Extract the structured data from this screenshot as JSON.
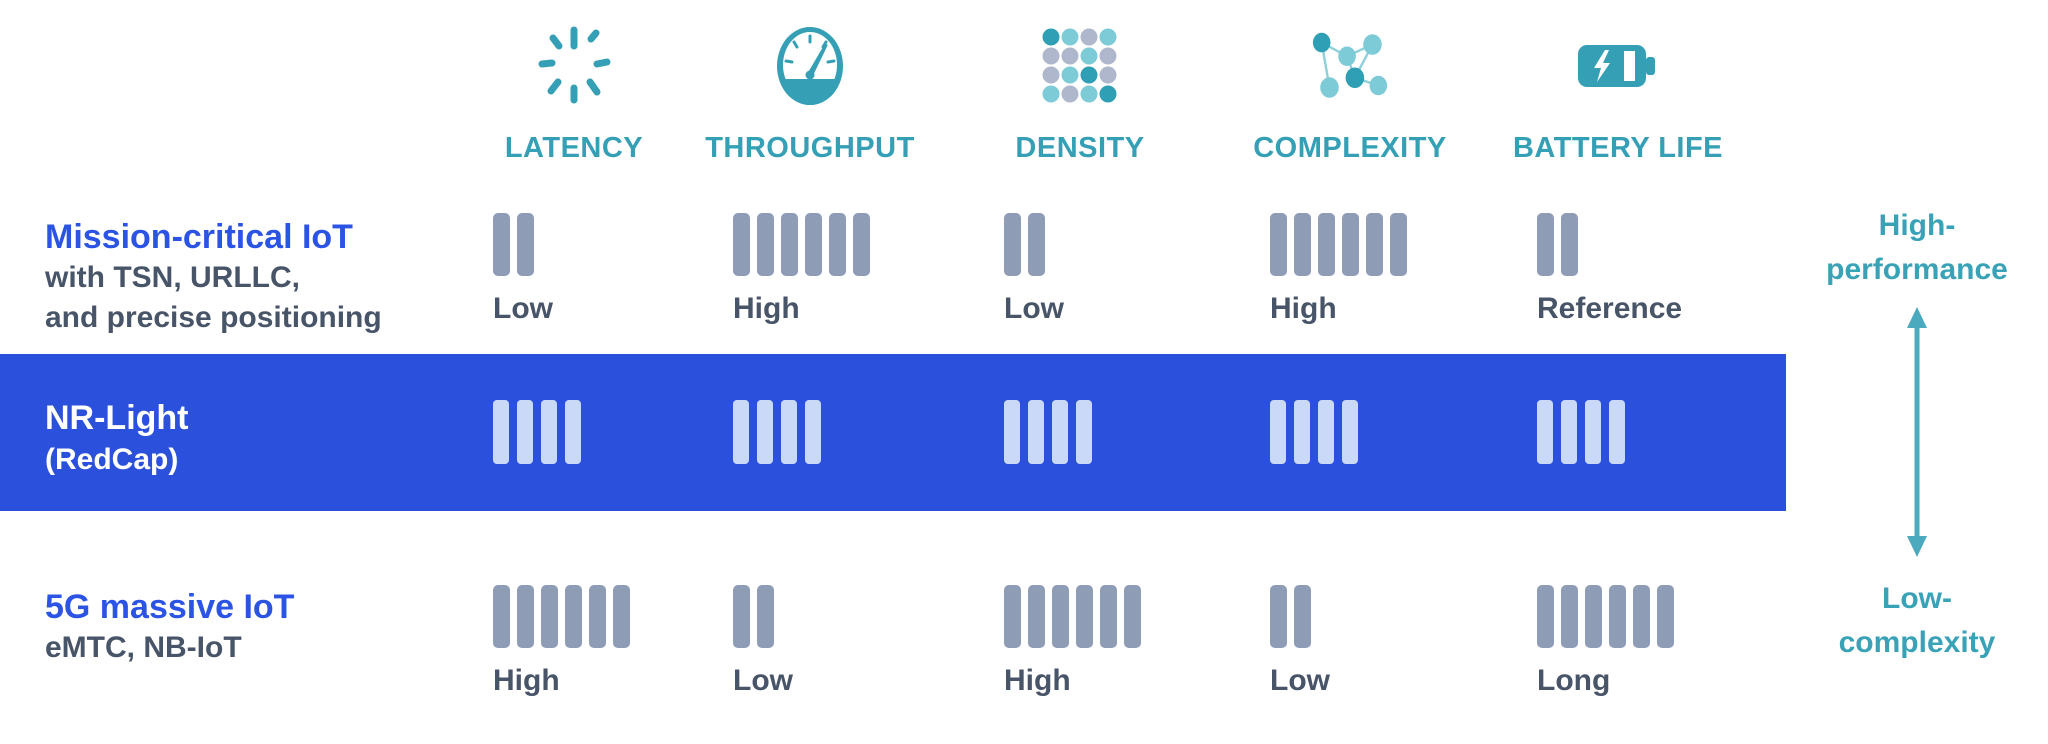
{
  "columns": [
    {
      "label": "LATENCY",
      "icon": "latency-spinner-icon"
    },
    {
      "label": "THROUGHPUT",
      "icon": "speedometer-icon"
    },
    {
      "label": "DENSITY",
      "icon": "dot-grid-icon"
    },
    {
      "label": "COMPLEXITY",
      "icon": "network-nodes-icon"
    },
    {
      "label": "BATTERY LIFE",
      "icon": "battery-bolt-icon"
    }
  ],
  "rows": [
    {
      "title": "Mission-critical IoT",
      "subtitle_line1": "with TSN, URLLC,",
      "subtitle_line2": "and precise positioning",
      "highlighted": false,
      "cells": [
        {
          "bars": 2,
          "label": "Low"
        },
        {
          "bars": 6,
          "label": "High"
        },
        {
          "bars": 2,
          "label": "Low"
        },
        {
          "bars": 6,
          "label": "High"
        },
        {
          "bars": 2,
          "label": "Reference"
        }
      ]
    },
    {
      "title": "NR-Light",
      "subtitle_line1": "(RedCap)",
      "highlighted": true,
      "cells": [
        {
          "bars": 4
        },
        {
          "bars": 4
        },
        {
          "bars": 4
        },
        {
          "bars": 4
        },
        {
          "bars": 4
        }
      ]
    },
    {
      "title": "5G massive IoT",
      "subtitle_line1": "eMTC, NB-IoT",
      "highlighted": false,
      "cells": [
        {
          "bars": 6,
          "label": "High"
        },
        {
          "bars": 2,
          "label": "Low"
        },
        {
          "bars": 6,
          "label": "High"
        },
        {
          "bars": 2,
          "label": "Low"
        },
        {
          "bars": 6,
          "label": "Long"
        }
      ]
    }
  ],
  "side_axis": {
    "top_line1": "High-",
    "top_line2": "performance",
    "bottom_line1": "Low-",
    "bottom_line2": "complexity"
  },
  "colors": {
    "teal": "#35a0b5",
    "teal_light": "#7ecbd8",
    "dot_gray": "#afb7cc",
    "arrow_teal": "#4baabe",
    "blue_heading": "#2c54e4",
    "dark_text": "#485468",
    "gray_bar": "#8f9cb5",
    "band_blue": "#2b50db",
    "light_bar": "#cbd9f8"
  }
}
